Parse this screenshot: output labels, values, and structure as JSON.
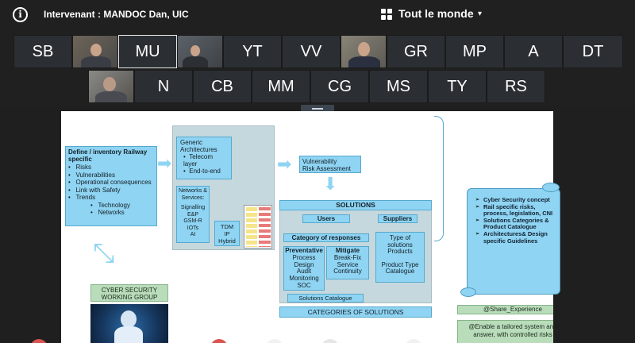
{
  "topbar": {
    "info_icon": "info-icon",
    "speaker_label": "Intervenant : MANDOC Dan, UIC",
    "view_label": "Tout le monde",
    "chevron": "▾"
  },
  "participants": {
    "row1": [
      "SB",
      "",
      "MU",
      "",
      "YT",
      "VV",
      "",
      "GR",
      "MP",
      "A",
      "DT"
    ],
    "row2": [
      "",
      "N",
      "CB",
      "MM",
      "CG",
      "MS",
      "TY",
      "RS"
    ]
  },
  "slide": {
    "define_box": {
      "title": "Define / inventory Railway specific",
      "items": [
        "Risks",
        "Vulnerabilities",
        "Operational consequences",
        "Link with Safety",
        "Trends"
      ],
      "subitems": [
        "Technology",
        "Networks"
      ]
    },
    "generic_box": {
      "title": "Generic Architectures",
      "items": [
        "Telecom layer",
        "End-to-end"
      ]
    },
    "networks_box": {
      "title": "Networks & Services:",
      "lines": [
        "Signalling",
        "E&P",
        "GSM-R",
        "IOTs",
        "AI"
      ]
    },
    "tdm_box": {
      "lines": [
        "TDM",
        "IP",
        "Hybrid"
      ]
    },
    "vuln_box": {
      "line1": "Vulnerability",
      "line2": "Risk Assessment"
    },
    "solutions": {
      "title": "SOLUTIONS",
      "users": "Users",
      "suppliers": "Suppliers",
      "category_responses": "Category of responses",
      "preventative": {
        "title": "Preventative",
        "lines": [
          "Process",
          "Design",
          "Audit",
          "Monitoring",
          "SOC"
        ]
      },
      "mitigate": {
        "title": "Mitigate",
        "lines": [
          "Break-Fix",
          "Service",
          "Continuity"
        ]
      },
      "suppliers_lines": [
        "Type of",
        "solutions",
        "Products",
        "",
        "Product Type",
        "Catalogue"
      ],
      "catalogue": "Solutions Catalogue",
      "categories": "CATEGORIES OF SOLUTIONS"
    },
    "cyber_group": {
      "line1": "CYBER SECURITY",
      "line2": "WORKING GROUP"
    },
    "scroll_items": [
      "Cyber Security concept",
      "Rail specific risks, process, legislation, CNI",
      "Solutions Categories & Product Catalogue",
      "Architectures& Design specific Guidelines"
    ],
    "share_experience": "@Share_Experience",
    "enable_text": "@Enable a tailored system and answer, with controlled risks"
  }
}
